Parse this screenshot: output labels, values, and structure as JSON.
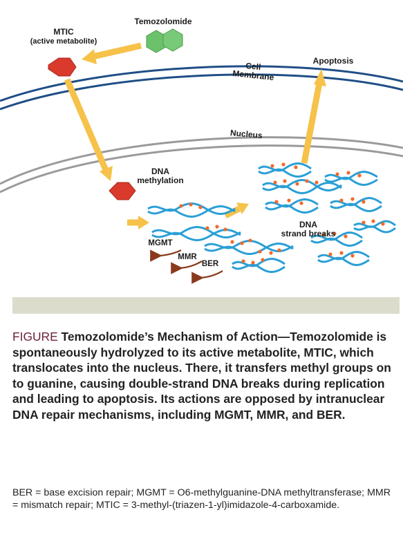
{
  "labels": {
    "temozolomide": "Temozolomide",
    "mtic_line1": "MTIC",
    "mtic_line2": "(active metabolite)",
    "cell_membrane_line1": "Cell",
    "cell_membrane_line2": "Membrane",
    "apoptosis": "Apoptosis",
    "nucleus": "Nucleus",
    "dna_methylation_line1": "DNA",
    "dna_methylation_line2": "methylation",
    "mgmt": "MGMT",
    "mmr": "MMR",
    "ber": "BER",
    "strand_breaks_line1": "DNA",
    "strand_breaks_line2": "strand breaks"
  },
  "caption": {
    "figure_word": "FIGURE",
    "text": " Temozolomide’s Mechanism of Action—Temozolomide is spontaneously hydrolyzed to its active metabolite, MTIC, which translocates into the nucleus. There, it transfers methyl groups on to guanine, causing double-strand DNA breaks during replication and leading to apoptosis. Its actions are opposed by intranuclear DNA repair mechanisms, including MGMT, MMR, and BER."
  },
  "footnote": "BER = base excision repair; MGMT = O6-methylguanine-DNA methyltransferase; MMR = mismatch repair; MTIC = 3-methyl-(triazen-1-yl)imidazole-4-carboxamide.",
  "colors": {
    "membrane": "#1f4e86",
    "nucleus_envelope": "#9a9a9a",
    "arrow": "#f6c24a",
    "mtic": "#d93a2b",
    "temozolomide": "#6cc26b",
    "dna": "#2a9fd6",
    "methyl": "#f06a2a",
    "repair_arrow": "#8a3a1c",
    "band": "#dcdccd",
    "figure_word": "#6b1f3d"
  }
}
